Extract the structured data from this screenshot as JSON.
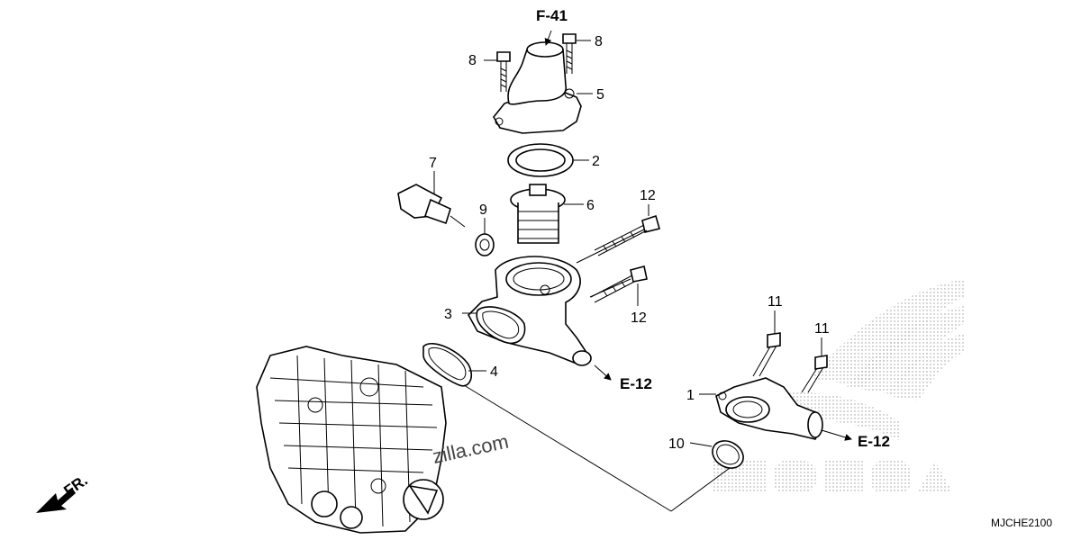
{
  "diagram": {
    "callouts": [
      "1",
      "2",
      "3",
      "4",
      "5",
      "6",
      "7",
      "8",
      "8",
      "9",
      "10",
      "11",
      "11",
      "12",
      "12"
    ],
    "references": [
      "F-41",
      "E-12",
      "E-12"
    ],
    "direction_label": "FR.",
    "drawing_code": "MJCHE2100",
    "watermark_text": "zilla.com",
    "logo_text": "HONDA"
  }
}
